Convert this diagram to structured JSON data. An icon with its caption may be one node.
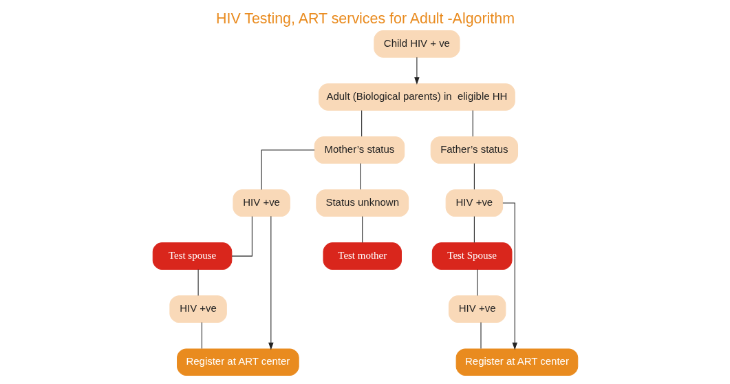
{
  "diagram": {
    "title": "HIV Testing, ART services for Adult -Algorithm",
    "nodes": [
      {
        "text": [
          "Child HIV + ve"
        ]
      },
      {
        "text": [
          "Adult (Biological parents) in  eligible HH"
        ]
      },
      {
        "text": [
          "Mother’s status"
        ]
      },
      {
        "text": [
          "Father’s status"
        ]
      },
      {
        "text": [
          "HIV +ve"
        ]
      },
      {
        "text": [
          "Status unknown"
        ]
      },
      {
        "text": [
          "Test spouse"
        ]
      },
      {
        "text": [
          "Test mother"
        ]
      },
      {
        "text": [
          "HIV +ve"
        ]
      },
      {
        "text": [
          "Register at ART center"
        ]
      },
      {
        "text": [
          "HIV +ve"
        ]
      },
      {
        "text": [
          "Test Spouse"
        ]
      },
      {
        "text": [
          "HIV +ve"
        ]
      },
      {
        "text": [
          "Register at ART center"
        ]
      }
    ],
    "edges": [
      {
        "from": 0,
        "to": 1,
        "arrow": "to"
      },
      {
        "from": 1,
        "to": 2,
        "arrow": "none"
      },
      {
        "from": 1,
        "to": 3,
        "arrow": "none"
      },
      {
        "from": 2,
        "to": 4,
        "arrow": "none"
      },
      {
        "from": 2,
        "to": 5,
        "arrow": "none"
      },
      {
        "from": 4,
        "to": 6,
        "arrow": "none"
      },
      {
        "from": 4,
        "to": 9,
        "arrow": "to"
      },
      {
        "from": 5,
        "to": 7,
        "arrow": "none"
      },
      {
        "from": 6,
        "to": 8,
        "arrow": "none"
      },
      {
        "from": 8,
        "to": 9,
        "arrow": "none"
      },
      {
        "from": 3,
        "to": 10,
        "arrow": "none"
      },
      {
        "from": 10,
        "to": 11,
        "arrow": "none"
      },
      {
        "from": 11,
        "to": 12,
        "arrow": "none"
      },
      {
        "from": 12,
        "to": 13,
        "arrow": "none"
      },
      {
        "from": 10,
        "to": 13,
        "arrow": "to"
      }
    ]
  }
}
